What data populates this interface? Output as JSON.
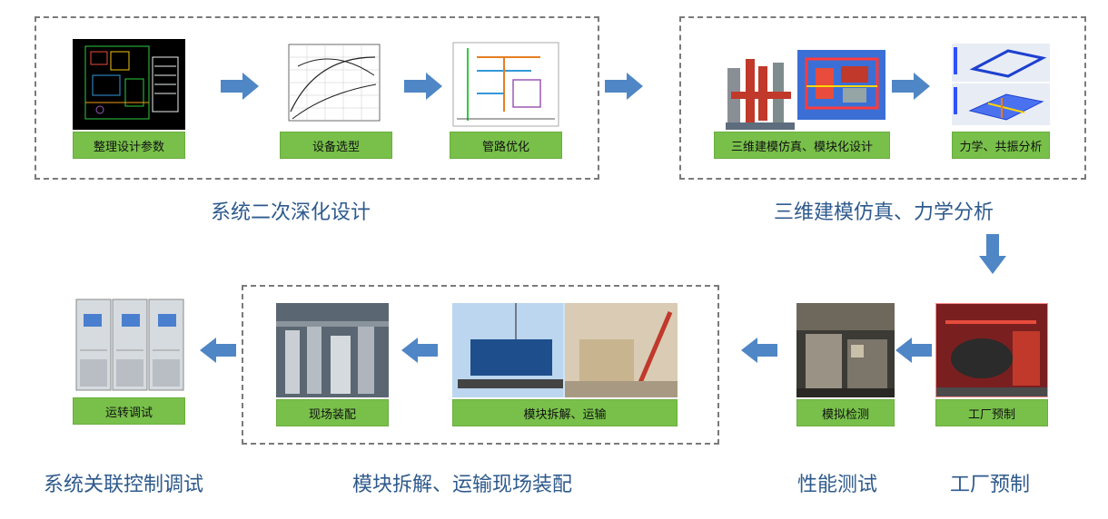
{
  "steps": {
    "step1": "整理设计参数",
    "step2": "设备选型",
    "step3": "管路优化",
    "step4": "三维建模仿真、模块化设计",
    "step5": "力学、共振分析",
    "step6": "工厂预制",
    "step7": "模拟检测",
    "step8": "模块拆解、运输",
    "step9": "现场装配",
    "step10": "运转调试"
  },
  "sections": {
    "design": "系统二次深化设计",
    "modeling": "三维建模仿真、力学分析",
    "prefab": "工厂预制",
    "performance": "性能测试",
    "assembly": "模块拆解、运输现场装配",
    "control": "系统关联控制调试"
  },
  "colors": {
    "arrow": "#4f86c6",
    "label_bg": "#78c04a",
    "title": "#2e5a8c",
    "dashed_border": "#7a7a7a"
  }
}
